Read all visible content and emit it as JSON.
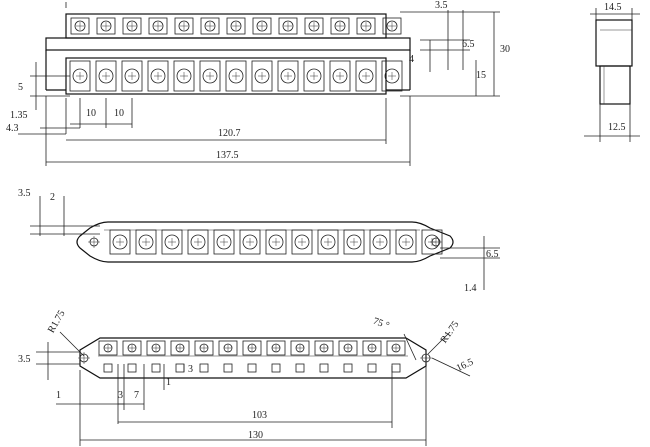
{
  "colors": {
    "ink": "#222222",
    "background": "#ffffff"
  },
  "terminal_count": 13,
  "icons": {
    "terminal": "screw-terminal-icon",
    "mount": "mounting-hole-icon"
  },
  "top_view": {
    "dims": {
      "d3_5": "3.5",
      "d14_5": "14.5",
      "d6_5": "6.5",
      "d30": "30",
      "d4": "4",
      "d15": "15",
      "d5": "5",
      "d10a": "10",
      "d10b": "10",
      "d1_35": "1.35",
      "d4_3": "4.3",
      "d120_7": "120.7",
      "d137_5": "137.5",
      "d12_5": "12.5"
    }
  },
  "middle_view": {
    "dims": {
      "d3_5": "3.5",
      "d2": "2",
      "d6_5": "6.5",
      "d1_4": "1.4"
    }
  },
  "bottom_view": {
    "dims": {
      "r175a": "R1.75",
      "r175b": "R1.75",
      "a75": "75 °",
      "d3_5": "3.5",
      "d3a": "3",
      "d1a": "1",
      "d16_5": "16.5",
      "d1b": "1",
      "d3b": "3",
      "d7": "7",
      "d103": "103",
      "d130": "130"
    }
  }
}
